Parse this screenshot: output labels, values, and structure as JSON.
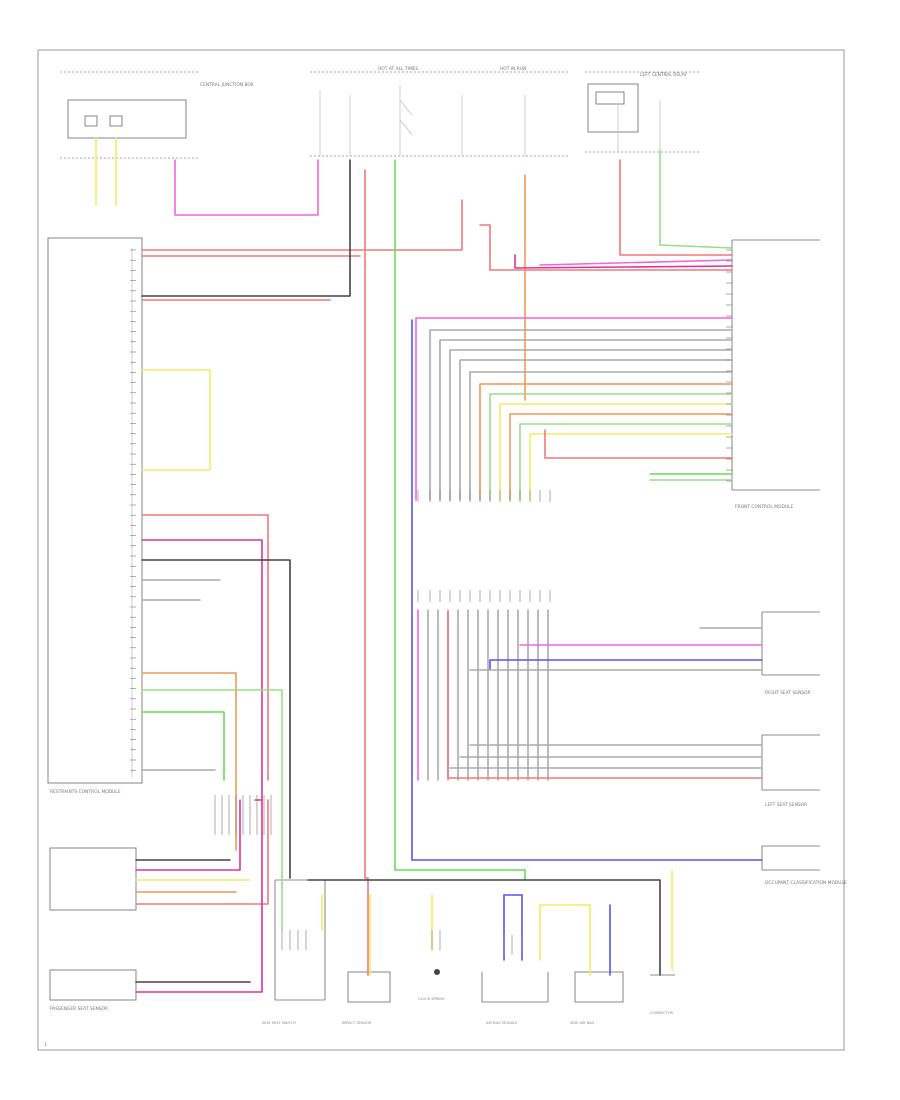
{
  "diagram": {
    "page_number": "1",
    "colors": {
      "red": "#f07878",
      "pink": "#ee66dd",
      "magenta": "#dd3399",
      "green": "#66dd55",
      "lightgreen": "#99dd88",
      "yellow": "#eeee66",
      "orange": "#ee9955",
      "blue": "#5555ee",
      "gray": "#aaaaaa",
      "dark": "#444444"
    },
    "labels": {
      "central_junction_box": "CENTRAL JUNCTION BOX",
      "hot_at_all_times": "HOT AT ALL TIMES",
      "hot_in_run": "HOT IN RUN",
      "left_central_relay": "LEFT CENTRAL RELAY",
      "main_module": "RESTRAINTS CONTROL MODULE",
      "front_control_module": "FRONT CONTROL MODULE",
      "passenger_sensor": "PASSENGER SEAT SENSOR",
      "right_seat_sensor": "RIGHT SEAT SENSOR",
      "left_seat_sensor": "LEFT SEAT SENSOR",
      "occupant_module": "OCCUPANT CLASSIFICATION MODULE",
      "bottom_1": "SEAT BELT SWITCH",
      "bottom_2": "IMPACT SENSOR",
      "bottom_3": "CLOCK SPRING",
      "bottom_4": "AIR BAG MODULE",
      "bottom_5": "SIDE AIR BAG",
      "bottom_6": "CONNECTOR"
    }
  }
}
